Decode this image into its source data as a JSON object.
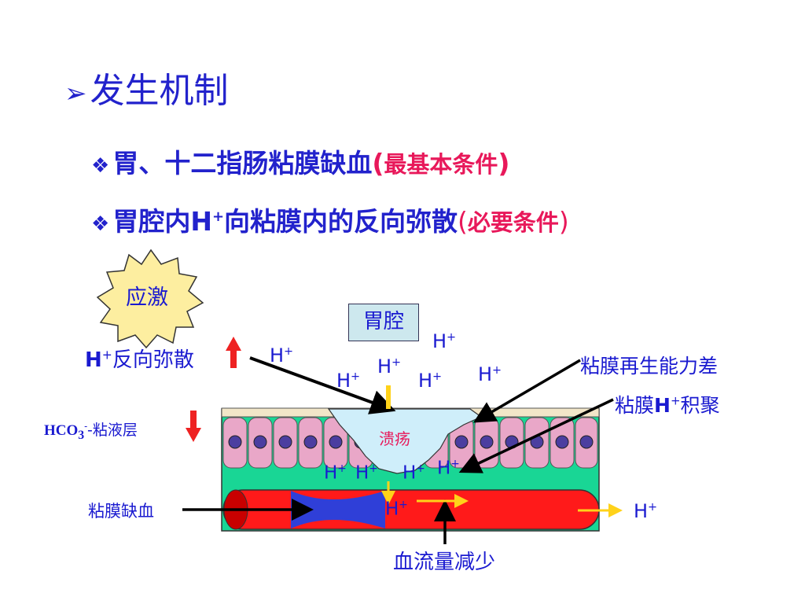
{
  "heading": {
    "marker": "➢",
    "text": "发生机制"
  },
  "bullets": [
    {
      "marker": "❖",
      "main": "胃、十二指肠粘膜缺血",
      "note_open": "(",
      "note": "最基本条件",
      "note_close": ")"
    },
    {
      "marker": "❖",
      "main_a": "胃腔内H",
      "sup": "+",
      "main_b": "向粘膜内的反向弥散",
      "note_open": "(",
      "note": "必要条件",
      "note_close": ")"
    }
  ],
  "diagram": {
    "stress_label": "应激",
    "lumen_label": "胃腔",
    "ulcer_label": "溃疡",
    "back_diffusion": {
      "h": "H",
      "sup": "+",
      "text": "反向弥散"
    },
    "mucus_layer": {
      "main": "HCO",
      "sub": "3",
      "sup": "-",
      "rest": "-粘液层"
    },
    "ischemia_label": "粘膜缺血",
    "regeneration_label": "粘膜再生能力差",
    "accumulation": {
      "a": "粘膜",
      "h": "H",
      "sup": "+",
      "b": "积聚"
    },
    "bloodflow_label": "血流量减少",
    "h_ion": {
      "h": "H",
      "sup": "+"
    },
    "colors": {
      "text_blue": "#1a1ad0",
      "note_pink": "#e8185a",
      "mucus": "#f2e6c8",
      "cell": "#e9a7c8",
      "nucleus": "#4b3ea0",
      "submucosa": "#19d695",
      "vessel": "#ff1a1a",
      "ulcer": "#cfeefa",
      "arrow_yellow": "#ffd21a",
      "arrow_red": "#ee2222",
      "starburst": "#fdeea0"
    }
  }
}
